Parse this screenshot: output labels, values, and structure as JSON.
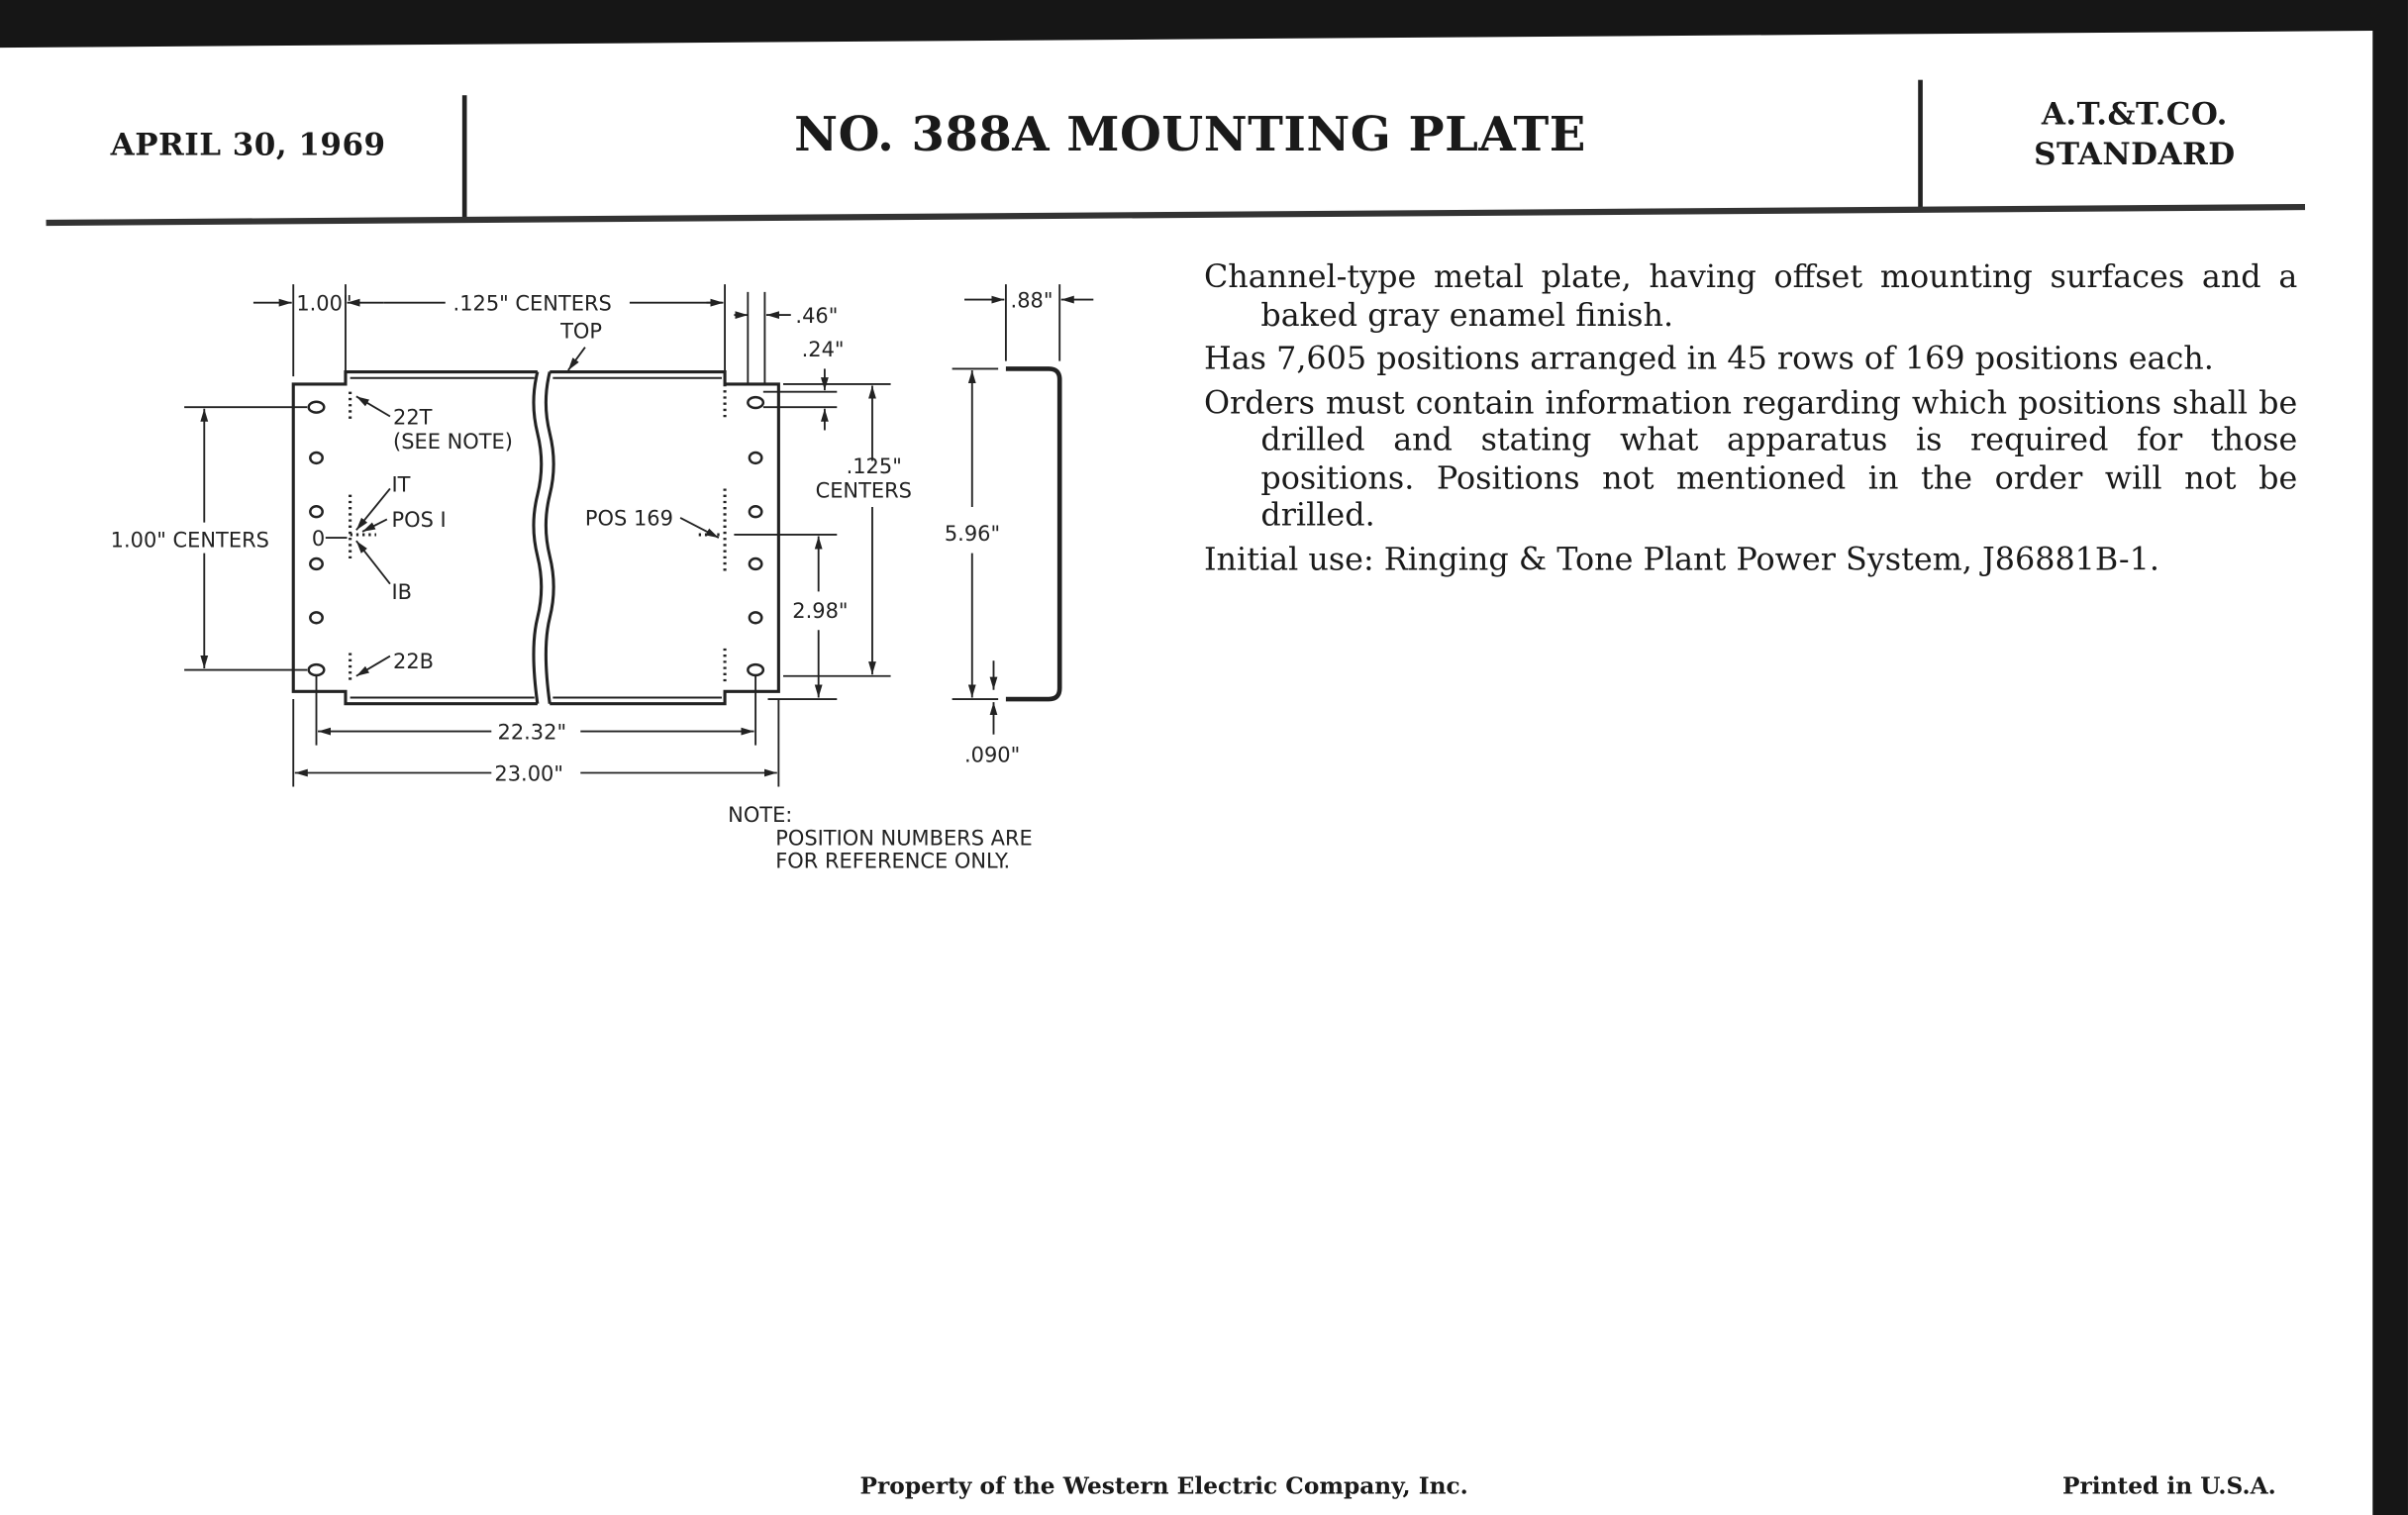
{
  "header": {
    "date": "APRIL 30, 1969",
    "title": "NO. 388A MOUNTING PLATE",
    "standard_line1": "A.T.&T.CO.",
    "standard_line2": "STANDARD"
  },
  "description": [
    "Channel-type metal plate, having offset mounting surfaces and a baked gray enamel finish.",
    "Has 7,605 positions arranged in 45 rows of 169 positions each.",
    "Orders must contain information regarding which positions shall be drilled and stating what apparatus is required for those positions. Positions not mentioned in the order will not be drilled.",
    "Initial use: Ringing & Tone Plant Power System, J86881B-1."
  ],
  "drawing": {
    "dim_left_flange": "1.00\"",
    "dim_centers_top": ".125\" CENTERS",
    "label_top": "TOP",
    "dim_46": ".46\"",
    "dim_24": ".24\"",
    "dim_88": ".88\"",
    "label_22t": "22T",
    "label_see_note": "(SEE NOTE)",
    "label_1t": "IT",
    "label_pos1": "POS I",
    "label_1b": "IB",
    "label_22b": "22B",
    "label_pos169": "POS 169",
    "dim_left_centers": "1.00\" CENTERS",
    "dim_right_centers_1": ".125\"",
    "dim_right_centers_2": "CENTERS",
    "dim_298": "2.98\"",
    "dim_596": "5.96\"",
    "dim_090": ".090\"",
    "dim_2232": "22.32\"",
    "dim_2300": "23.00\"",
    "note_title": "NOTE:",
    "note_line1": "POSITION NUMBERS ARE",
    "note_line2": "FOR REFERENCE ONLY."
  },
  "footer": {
    "property": "Property of the Western Electric Company, Inc.",
    "printed": "Printed in U.S.A."
  }
}
